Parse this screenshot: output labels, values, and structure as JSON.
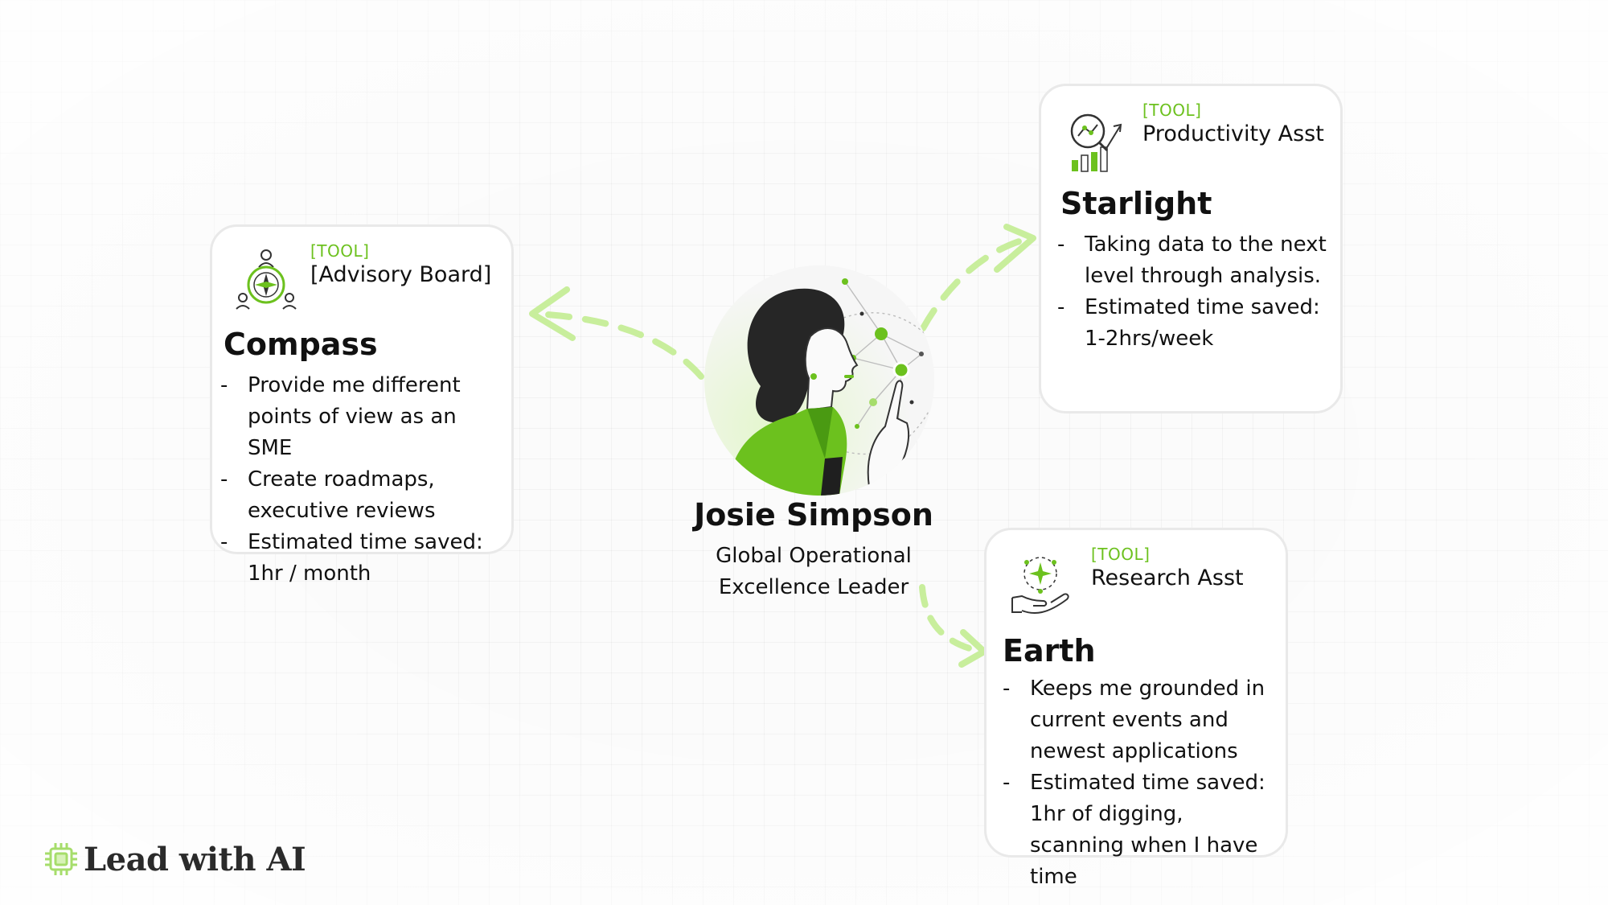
{
  "person": {
    "name": "Josie Simpson",
    "role_line1": "Global Operational",
    "role_line2": "Excellence Leader"
  },
  "cards": [
    {
      "id": "compass",
      "tag": "[TOOL]",
      "type": "[Advisory Board]",
      "icon": "compass-team-icon",
      "title": "Compass",
      "bullets": [
        {
          "dash": "-",
          "text": "Provide me different points of view as an SME"
        },
        {
          "dash": "-",
          "text": "Create roadmaps, executive reviews"
        },
        {
          "dash": "-",
          "text": "Estimated time saved: 1hr / month"
        }
      ]
    },
    {
      "id": "starlight",
      "tag": "[TOOL]",
      "type": "Productivity Asst",
      "icon": "analytics-chart-icon",
      "title": "Starlight",
      "bullets": [
        {
          "dash": "-",
          "text": "Taking data to the next level through analysis."
        },
        {
          "dash": "-",
          "text": "Estimated time saved: 1-2hrs/week"
        }
      ]
    },
    {
      "id": "earth",
      "tag": "[TOOL]",
      "type": "Research Asst",
      "icon": "hand-sparkle-icon",
      "title": "Earth",
      "bullets": [
        {
          "dash": "-",
          "text": "Keeps me grounded in current events and newest applications"
        },
        {
          "dash": "-",
          "text": "Estimated time saved: 1hr of digging, scanning when I have time"
        }
      ]
    }
  ],
  "logo": {
    "text": "Lead with AI",
    "icon": "ai-chip-icon"
  },
  "colors": {
    "accent": "#6cc11e",
    "arrow": "#c8ee9c",
    "border": "#e9e9e9"
  }
}
